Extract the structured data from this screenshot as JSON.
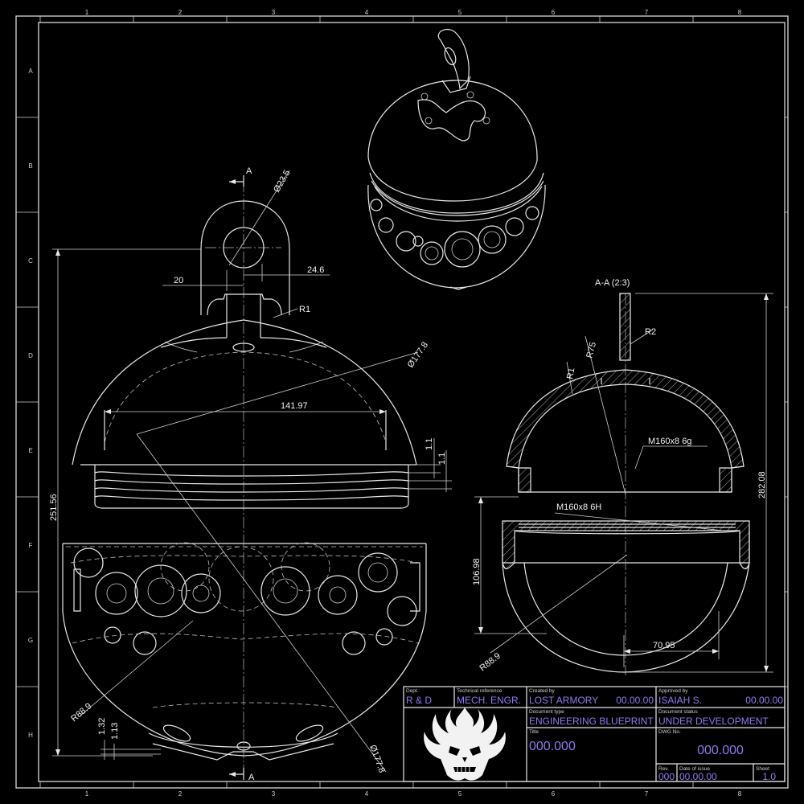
{
  "zones": {
    "columns": [
      "1",
      "2",
      "3",
      "4",
      "5",
      "6",
      "7",
      "8"
    ],
    "rows": [
      "A",
      "B",
      "C",
      "D",
      "E",
      "F",
      "G",
      "H"
    ]
  },
  "section_view_title": "A-A (2:3)",
  "section_markers": {
    "top": "A",
    "bottom": "A"
  },
  "dimensions": {
    "loop_dia": "Ø23.5",
    "loop_left": "20",
    "loop_right": "24.6",
    "loop_radius": "R1",
    "sphere_dia_top": "Ø177.8",
    "inner_width": "141.97",
    "thread_gap_a": "1.1",
    "thread_gap_b": "1.1",
    "total_height": "251.56",
    "bottom_radius": "R88.9",
    "shell_a": "1.32",
    "shell_b": "1.13",
    "sphere_dia_bottom": "Ø177.8",
    "sec_r2": "R2",
    "sec_r75": "R75",
    "sec_r1": "R1",
    "sec_thread_male": "M160x8 6g",
    "sec_thread_female": "M160x8 6H",
    "sec_height": "282.08",
    "sec_lower_height": "106.98",
    "sec_radius": "R88.9",
    "sec_width": "70.95"
  },
  "title_block": {
    "dept_label": "Dept.",
    "dept_value": "R & D",
    "tech_ref_label": "Technical reference",
    "tech_ref_value": "MECH. ENGR.",
    "created_label": "Created by",
    "created_value": "LOST ARMORY",
    "created_date": "00.00.00",
    "approved_label": "Approved by",
    "approved_value": "ISAIAH S.",
    "approved_date": "00.00.00",
    "doctype_label": "Document type",
    "doctype_value": "ENGINEERING BLUEPRINT",
    "status_label": "Document status",
    "status_value": "UNDER DEVELOPMENT",
    "title_label": "Title",
    "title_value": "000.000",
    "dwg_label": "DWG No.",
    "dwg_value": "000.000",
    "rev_label": "Rev.",
    "rev_value": "000",
    "issue_label": "Date of issue",
    "issue_value": "00.00.00",
    "sheet_label": "Sheet",
    "sheet_value": "1.0"
  },
  "logo_icon": "flaming-skull-emblem-icon",
  "colors": {
    "background": "#000000",
    "lines": "#e8e8e8",
    "title_values": "#8c7cf0"
  }
}
